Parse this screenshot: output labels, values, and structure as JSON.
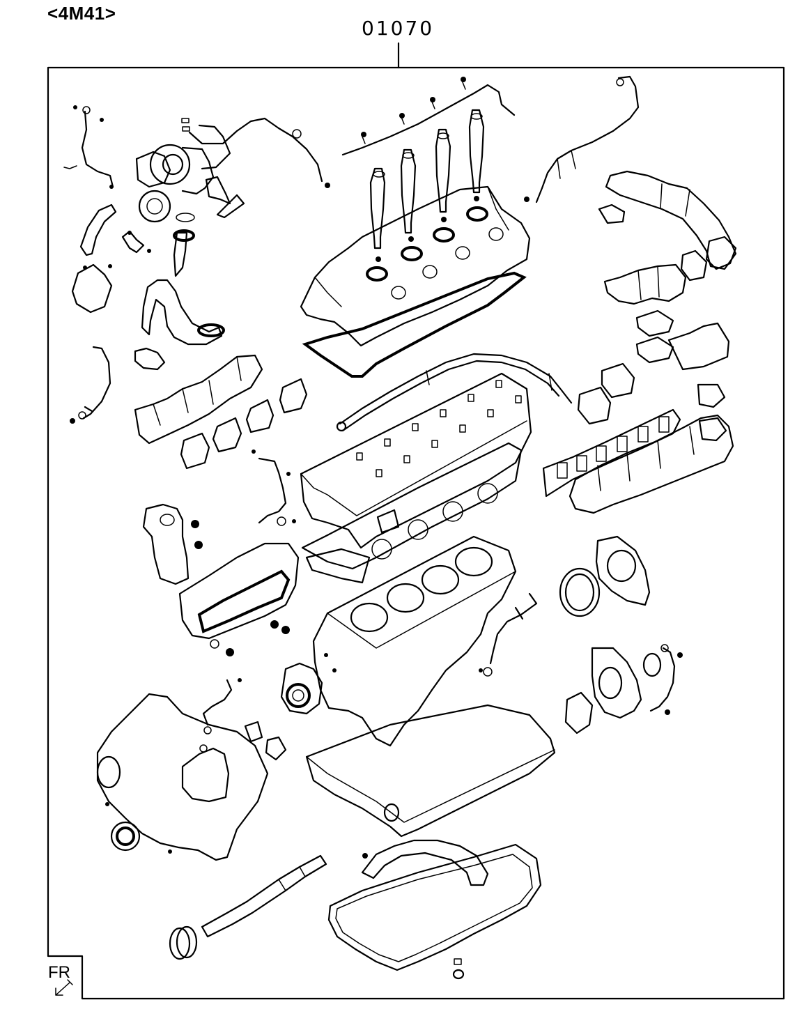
{
  "header": {
    "engine_code": "<4M41>",
    "part_number": "01070"
  },
  "footer": {
    "direction_label": "FR"
  },
  "colors": {
    "line": "#000000",
    "background": "#ffffff"
  },
  "icons": {
    "direction": "arrow-down-left-icon"
  }
}
